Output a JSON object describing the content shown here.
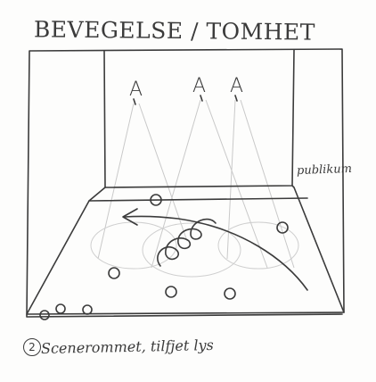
{
  "sketch": {
    "title": "BEVEGELSE / TOMHET",
    "lamps": [
      "A",
      "A",
      "A"
    ],
    "audience_label": "publikum",
    "caption_number": "2",
    "caption_text": "Scenerommet, tilfjet lys",
    "ink_color": "#3b3b3b",
    "light_cone_color": "#c9c9c9",
    "paper_color": "#fdfdfc"
  }
}
